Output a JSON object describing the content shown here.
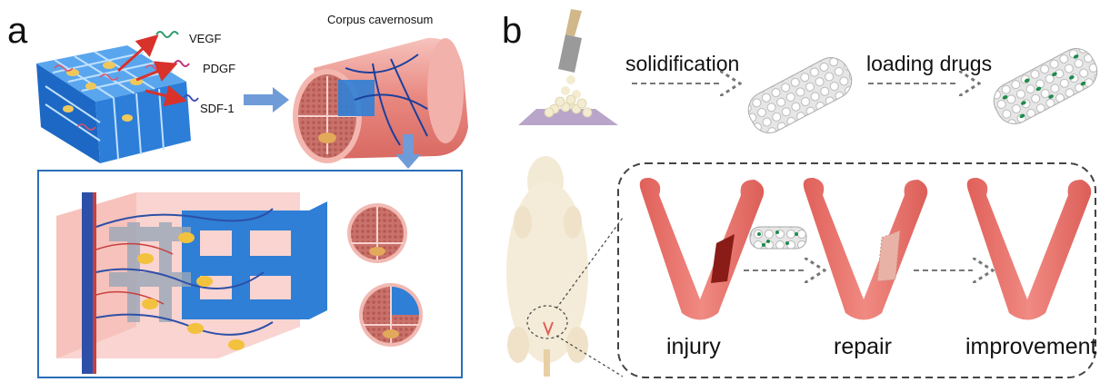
{
  "panel_a": {
    "letter": "a",
    "title": "Corpus cavernosum",
    "factors": [
      "VEGF",
      "PDGF",
      "SDF-1"
    ]
  },
  "panel_b": {
    "letter": "b",
    "step1": "solidification",
    "step2": "loading drugs",
    "stages": [
      "injury",
      "repair",
      "improvement"
    ]
  },
  "colors": {
    "scaffold_blue": "#2f7fd6",
    "tissue_red": "#e8736c",
    "frame_blue": "#2a6db8",
    "arrow_blue": "#6f9bd8"
  }
}
